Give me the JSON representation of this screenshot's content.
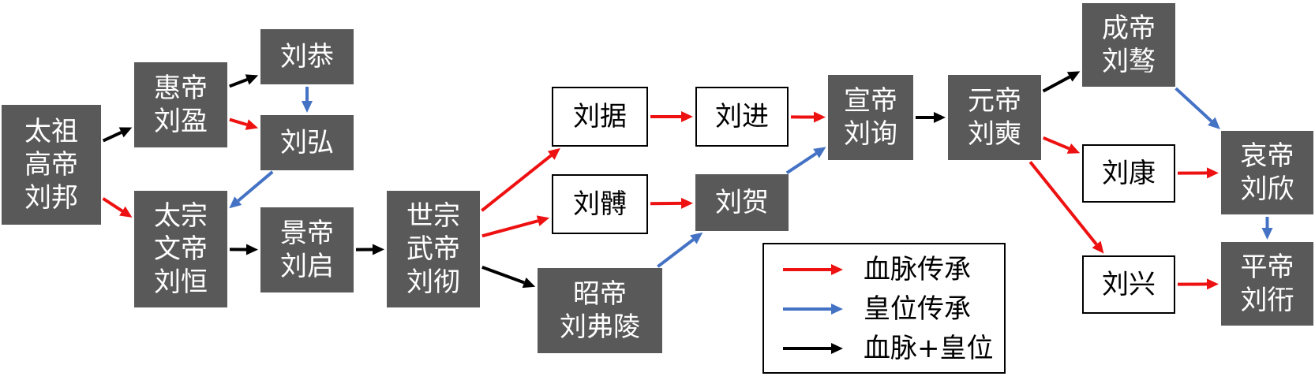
{
  "colors": {
    "blood": "#ee1111",
    "throne": "#4472c4",
    "both": "#000000",
    "node_fill": "#595959"
  },
  "nodes": [
    {
      "id": "n-gaozu",
      "lines": [
        "太祖",
        "高帝",
        "刘邦"
      ],
      "style": "dark"
    },
    {
      "id": "n-huidi",
      "lines": [
        "惠帝",
        "刘盈"
      ],
      "style": "dark"
    },
    {
      "id": "n-liugong",
      "lines": [
        "刘恭"
      ],
      "style": "dark"
    },
    {
      "id": "n-liuhong",
      "lines": [
        "刘弘"
      ],
      "style": "dark"
    },
    {
      "id": "n-wendi",
      "lines": [
        "太宗",
        "文帝",
        "刘恒"
      ],
      "style": "dark"
    },
    {
      "id": "n-jingdi",
      "lines": [
        "景帝",
        "刘启"
      ],
      "style": "dark"
    },
    {
      "id": "n-wudi",
      "lines": [
        "世宗",
        "武帝",
        "刘彻"
      ],
      "style": "dark"
    },
    {
      "id": "n-liuju",
      "lines": [
        "刘据"
      ],
      "style": "light"
    },
    {
      "id": "n-liubo",
      "lines": [
        "刘髆"
      ],
      "style": "light"
    },
    {
      "id": "n-zhaodi",
      "lines": [
        "昭帝",
        "刘弗陵"
      ],
      "style": "dark"
    },
    {
      "id": "n-liujin",
      "lines": [
        "刘进"
      ],
      "style": "light"
    },
    {
      "id": "n-liuhe",
      "lines": [
        "刘贺"
      ],
      "style": "dark"
    },
    {
      "id": "n-xuandi",
      "lines": [
        "宣帝",
        "刘询"
      ],
      "style": "dark"
    },
    {
      "id": "n-yuandi",
      "lines": [
        "元帝",
        "刘奭"
      ],
      "style": "dark"
    },
    {
      "id": "n-chengdi",
      "lines": [
        "成帝",
        "刘骜"
      ],
      "style": "dark"
    },
    {
      "id": "n-liukang",
      "lines": [
        "刘康"
      ],
      "style": "light"
    },
    {
      "id": "n-liuxing",
      "lines": [
        "刘兴"
      ],
      "style": "light"
    },
    {
      "id": "n-aidi",
      "lines": [
        "哀帝",
        "刘欣"
      ],
      "style": "dark"
    },
    {
      "id": "n-pingdi",
      "lines": [
        "平帝",
        "刘衎"
      ],
      "style": "dark"
    }
  ],
  "edges": [
    {
      "from": "n-gaozu",
      "to": "n-huidi",
      "type": "both"
    },
    {
      "from": "n-gaozu",
      "to": "n-wendi",
      "type": "blood"
    },
    {
      "from": "n-huidi",
      "to": "n-liugong",
      "type": "both"
    },
    {
      "from": "n-huidi",
      "to": "n-liuhong",
      "type": "blood"
    },
    {
      "from": "n-liugong",
      "to": "n-liuhong",
      "type": "throne"
    },
    {
      "from": "n-liuhong",
      "to": "n-wendi",
      "type": "throne"
    },
    {
      "from": "n-wendi",
      "to": "n-jingdi",
      "type": "both"
    },
    {
      "from": "n-jingdi",
      "to": "n-wudi",
      "type": "both"
    },
    {
      "from": "n-wudi",
      "to": "n-liuju",
      "type": "blood"
    },
    {
      "from": "n-wudi",
      "to": "n-liubo",
      "type": "blood"
    },
    {
      "from": "n-wudi",
      "to": "n-zhaodi",
      "type": "both"
    },
    {
      "from": "n-liuju",
      "to": "n-liujin",
      "type": "blood"
    },
    {
      "from": "n-liubo",
      "to": "n-liuhe",
      "type": "blood"
    },
    {
      "from": "n-zhaodi",
      "to": "n-liuhe",
      "type": "throne"
    },
    {
      "from": "n-liujin",
      "to": "n-xuandi",
      "type": "blood"
    },
    {
      "from": "n-liuhe",
      "to": "n-xuandi",
      "type": "throne"
    },
    {
      "from": "n-xuandi",
      "to": "n-yuandi",
      "type": "both"
    },
    {
      "from": "n-yuandi",
      "to": "n-chengdi",
      "type": "both"
    },
    {
      "from": "n-yuandi",
      "to": "n-liukang",
      "type": "blood"
    },
    {
      "from": "n-yuandi",
      "to": "n-liuxing",
      "type": "blood"
    },
    {
      "from": "n-chengdi",
      "to": "n-aidi",
      "type": "throne"
    },
    {
      "from": "n-liukang",
      "to": "n-aidi",
      "type": "blood"
    },
    {
      "from": "n-aidi",
      "to": "n-pingdi",
      "type": "throne"
    },
    {
      "from": "n-liuxing",
      "to": "n-pingdi",
      "type": "blood"
    }
  ],
  "legend": {
    "items": [
      {
        "type": "blood",
        "label": "血脉传承"
      },
      {
        "type": "throne",
        "label": "皇位传承"
      },
      {
        "type": "both",
        "label": "血脉+皇位"
      }
    ]
  }
}
